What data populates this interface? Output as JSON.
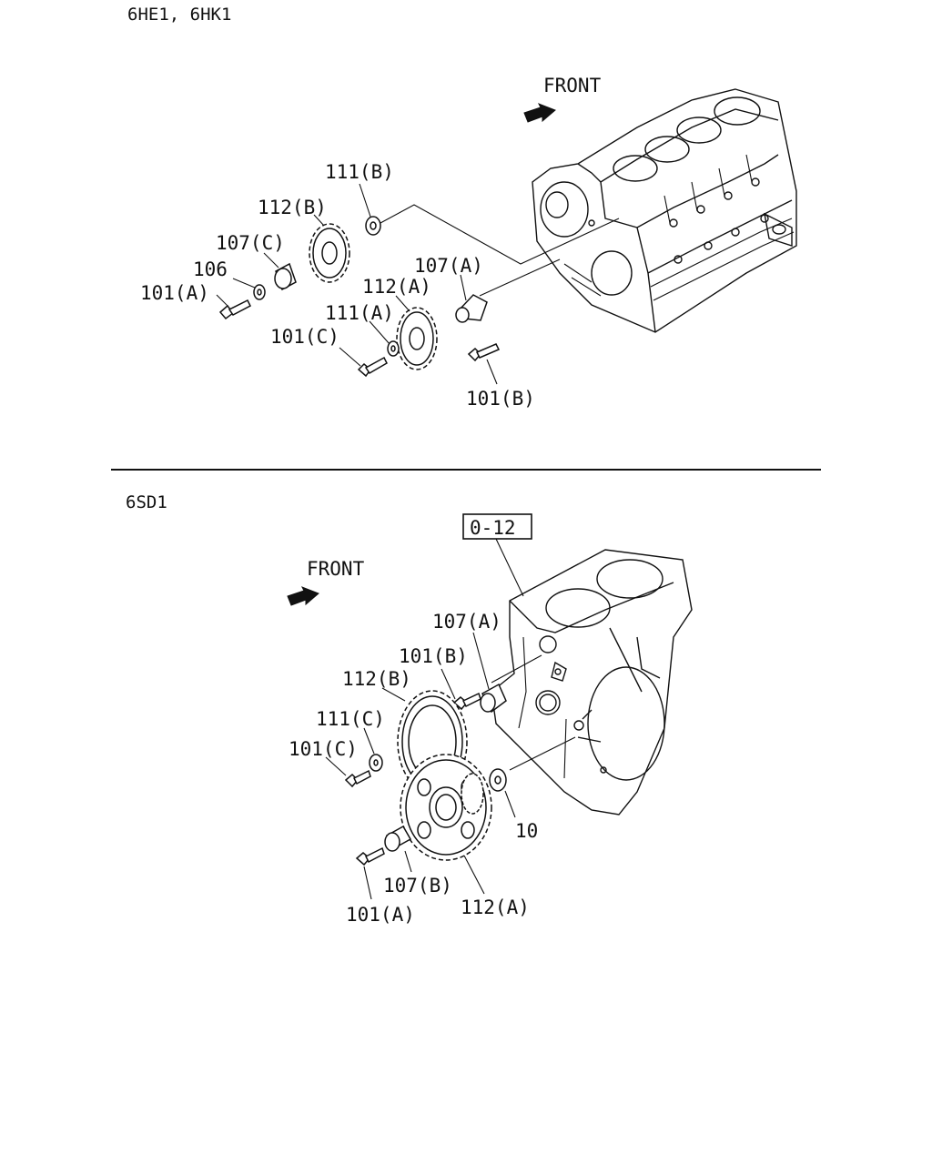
{
  "sections": [
    {
      "title": "6HE1, 6HK1",
      "front_label": "FRONT",
      "callouts": {
        "c1": "111(B)",
        "c2": "112(B)",
        "c3": "107(C)",
        "c4": "106",
        "c5": "101(A)",
        "c6": "107(A)",
        "c7": "112(A)",
        "c8": "111(A)",
        "c9": "101(C)",
        "c10": "101(B)"
      }
    },
    {
      "title": "6SD1",
      "front_label": "FRONT",
      "ref_box": "0-12",
      "callouts": {
        "c1": "107(A)",
        "c2": "101(B)",
        "c3": "112(B)",
        "c4": "111(C)",
        "c5": "101(C)",
        "c6": "10",
        "c7": "107(B)",
        "c8": "101(A)",
        "c9": "112(A)"
      }
    }
  ]
}
